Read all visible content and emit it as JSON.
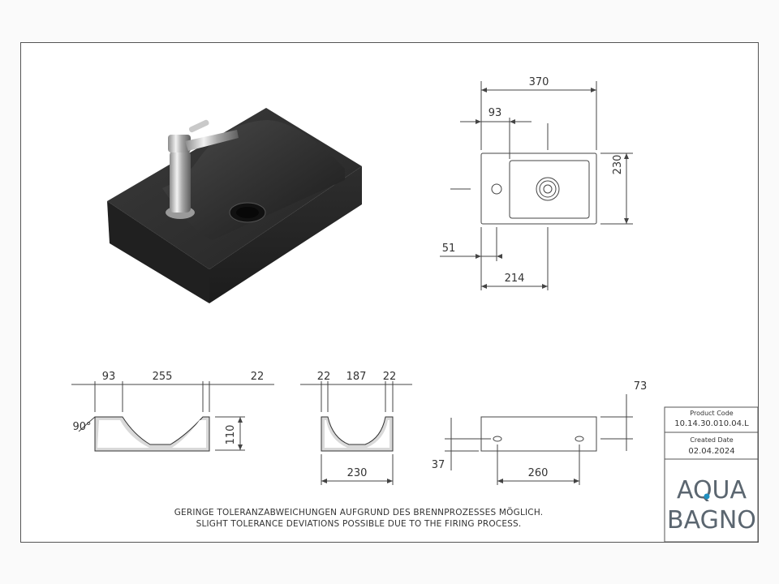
{
  "drawing": {
    "dimensions": {
      "top_width": "370",
      "top_tap_offset": "93",
      "top_depth": "230",
      "top_tap_from_back": "51",
      "top_drain_from_side": "214",
      "front_left": "93",
      "front_middle": "255",
      "front_right": "22",
      "front_angle": "90°",
      "front_height": "110",
      "side_left": "22",
      "side_middle": "187",
      "side_right": "22",
      "side_width": "230",
      "back_top": "73",
      "back_hole_height": "37",
      "back_hole_spacing": "260"
    },
    "notes": {
      "german": "GERINGE TOLERANZABWEICHUNGEN AUFGRUND DES BRENNPROZESSES MÖGLICH.",
      "english": "SLIGHT TOLERANCE DEVIATIONS POSSIBLE DUE TO THE FIRING PROCESS."
    }
  },
  "title_block": {
    "product_code_label": "Product Code",
    "product_code": "10.14.30.010.04.L",
    "created_date_label": "Created Date",
    "created_date": "02.04.2024",
    "logo_line1": "AQUA",
    "logo_line2": "BAGNO"
  },
  "colors": {
    "basin": "#2b2b2b",
    "line": "#444444",
    "logo": "#5b6670",
    "logo_accent": "#1e8fc0"
  }
}
